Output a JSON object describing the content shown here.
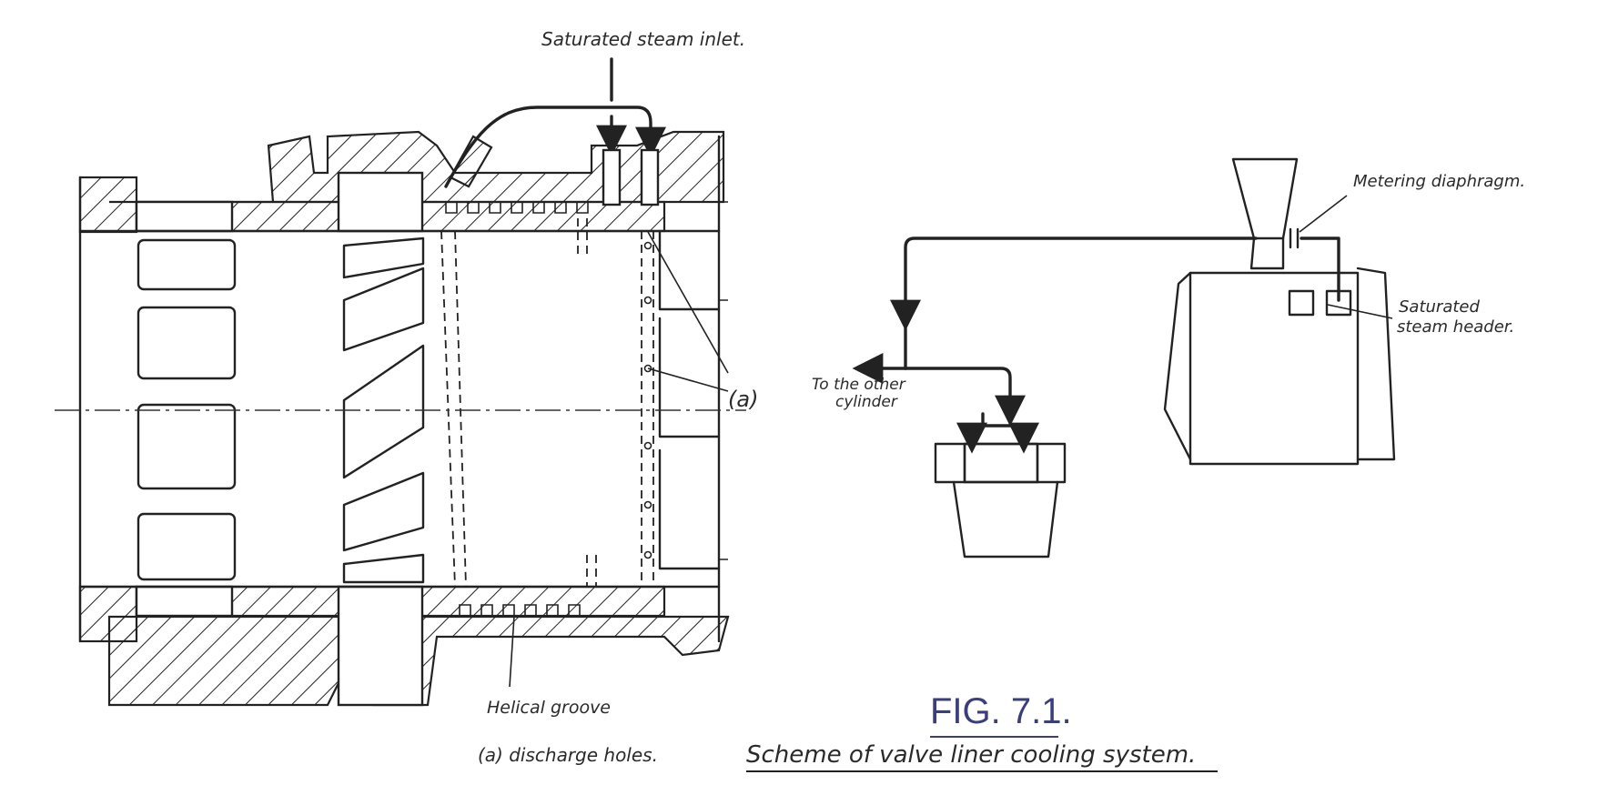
{
  "labels": {
    "steam_inlet": "Saturated steam inlet.",
    "metering": "Metering diaphragm.",
    "header_line1": "Saturated",
    "header_line2": "steam header.",
    "other_cyl_line1": "To the other",
    "other_cyl_line2": "cylinder",
    "discharge_mark": "(a)",
    "helical": "Helical groove",
    "discharge_note": "(a) discharge holes.",
    "fig_number": "FIG. 7.1.",
    "caption": "Scheme of valve liner cooling system."
  },
  "colors": {
    "ink": "#222222",
    "fig_number": "#3a3f7a",
    "paper": "#ffffff"
  }
}
